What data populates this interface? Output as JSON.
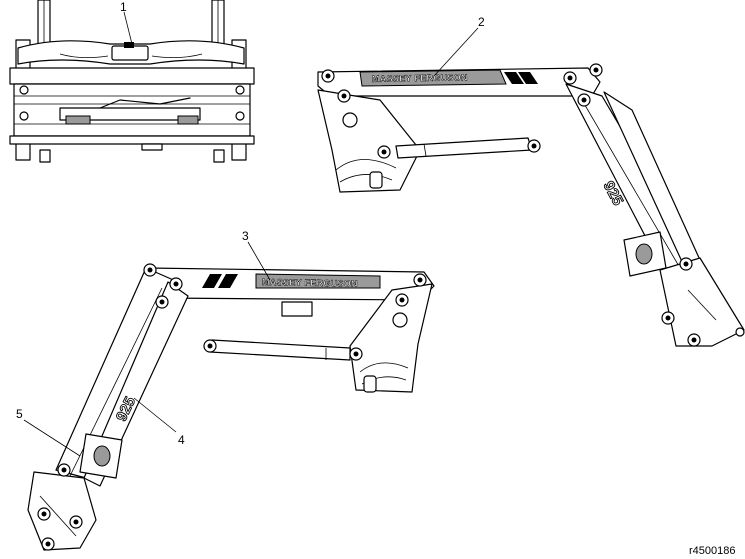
{
  "callouts": [
    {
      "label": "1"
    },
    {
      "label": "2"
    },
    {
      "label": "3"
    },
    {
      "label": "4"
    },
    {
      "label": "5"
    }
  ],
  "decals": {
    "brand": "MASSEY FERGUSON",
    "model": "925"
  },
  "reference": "r4500186"
}
